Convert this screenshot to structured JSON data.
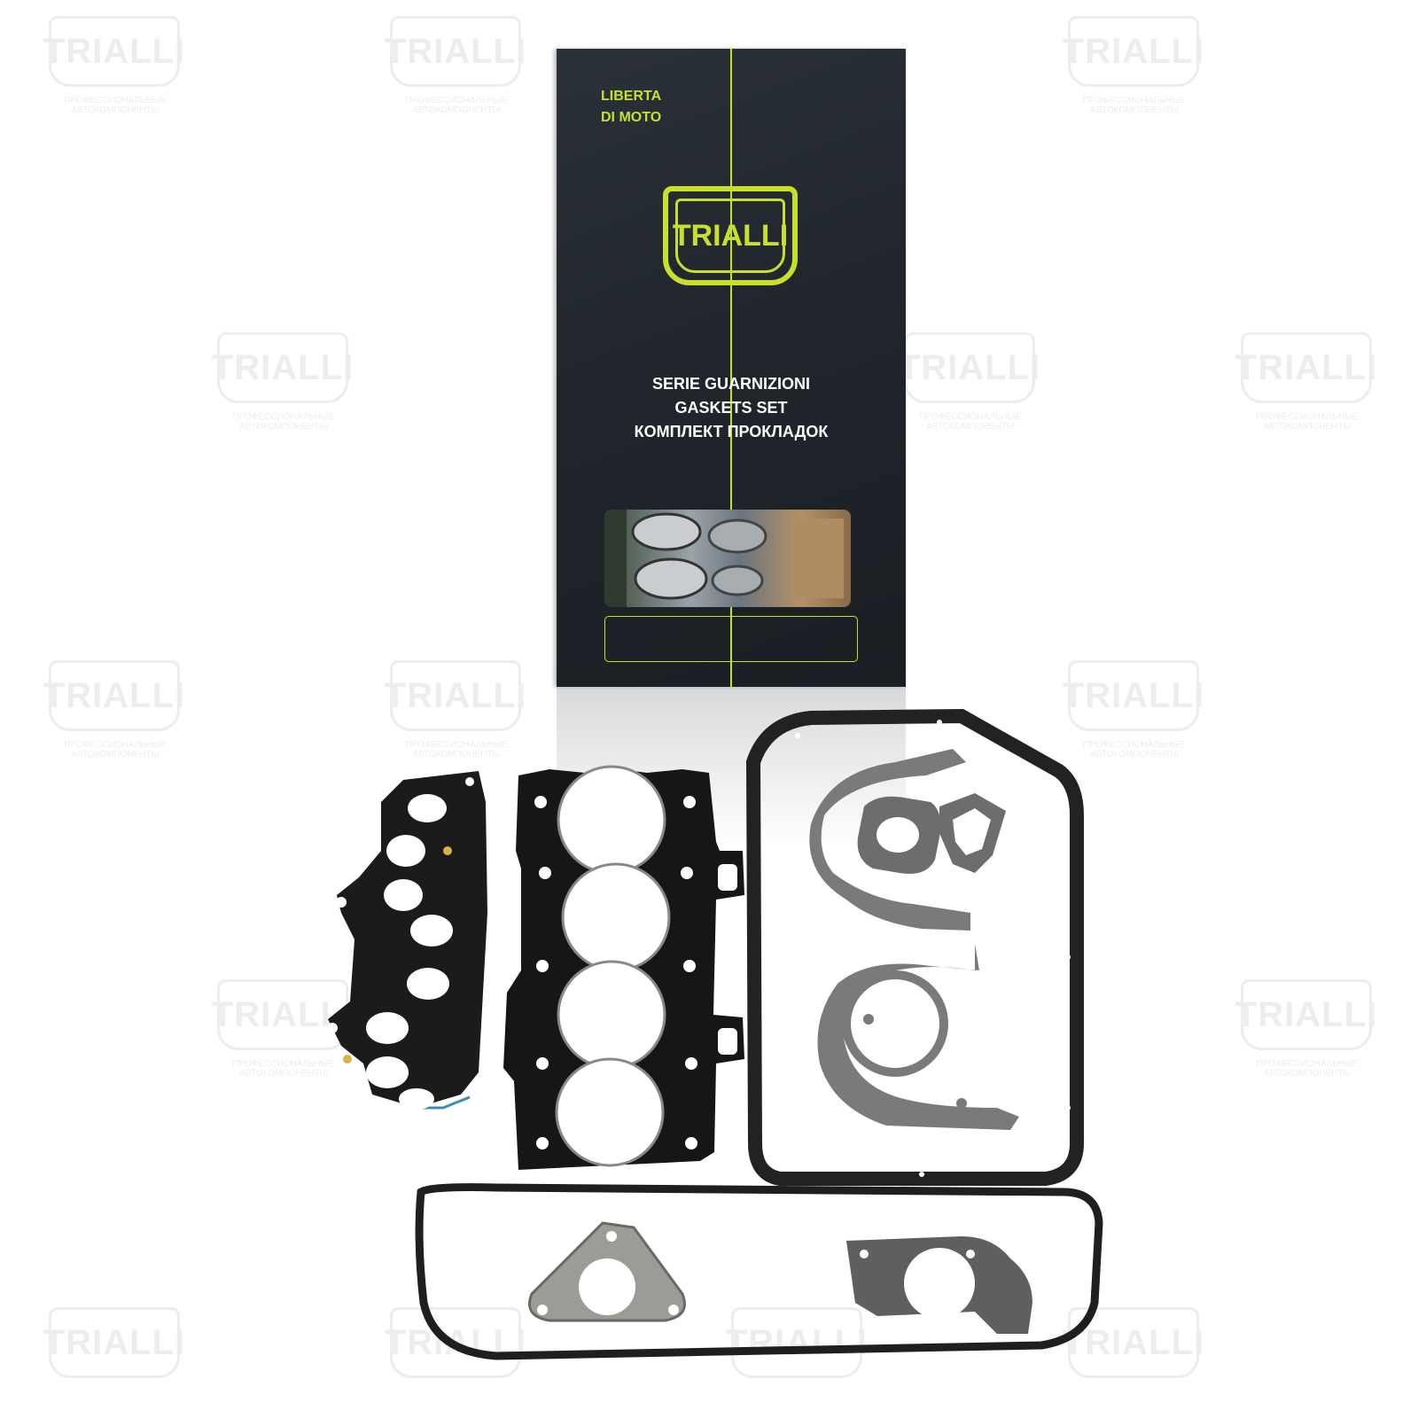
{
  "watermark": {
    "logo_text": "TRIALLI",
    "subtitle": "ПРОФЕССИОНАЛЬНЫЕ АВТОКОМПОНЕНТЫ"
  },
  "box": {
    "tagline_line1": "LIBERTA",
    "tagline_line2": "DI MOTO",
    "logo_text": "TRIALLI",
    "title_it": "SERIE GUARNIZIONI",
    "title_en": "GASKETS SET",
    "title_ru": "КОМПЛЕКТ ПРОКЛАДОК"
  },
  "colors": {
    "brand_accent": "#c8e02c",
    "box_body": "#22282e",
    "gasket_black": "#1b1b1b",
    "gasket_grey": "#6d6d6d"
  }
}
